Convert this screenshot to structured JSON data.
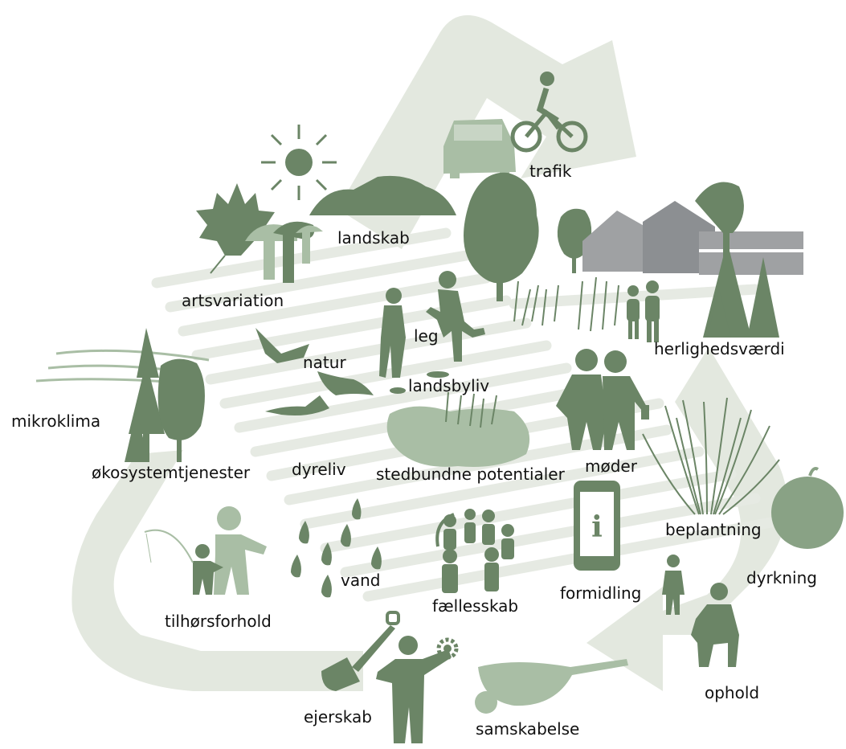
{
  "colors": {
    "arrow": "#e3e8df",
    "stripe": "#e6eae3",
    "dark_green": "#6b8566",
    "mid_green": "#89a285",
    "light_green": "#a9bea5",
    "grey_building": "#9fa1a3",
    "text": "#111111"
  },
  "icons": [
    "recycle-arrows",
    "sun",
    "maple-leaf",
    "mushrooms",
    "hills",
    "car",
    "cyclist",
    "trees",
    "houses",
    "reeds",
    "elderly-couple",
    "children-playing",
    "birds",
    "wind-lines",
    "pond",
    "people-meeting",
    "grass-tuft",
    "apple",
    "smartphone-info",
    "community-circle",
    "raindrops",
    "parent-child-fishing",
    "spade",
    "gear",
    "wheelbarrow",
    "child",
    "seated-person"
  ],
  "labels": {
    "trafik": "trafik",
    "landskab": "landskab",
    "artsvariation": "artsvariation",
    "herlighedsvaerdi": "herlighedsværdi",
    "leg": "leg",
    "natur": "natur",
    "landsbyliv": "landsbyliv",
    "mikroklima": "mikroklima",
    "okosystemtjenester": "økosystemtjenester",
    "dyreliv": "dyreliv",
    "stedbundne": "stedbundne potentialer",
    "moder": "møder",
    "beplantning": "beplantning",
    "dyrkning": "dyrkning",
    "tilhorsforhold": "tilhørsforhold",
    "vand": "vand",
    "faellesskab": "fællesskab",
    "formidling": "formidling",
    "ophold": "ophold",
    "ejerskab": "ejerskab",
    "samskabelse": "samskabelse"
  }
}
